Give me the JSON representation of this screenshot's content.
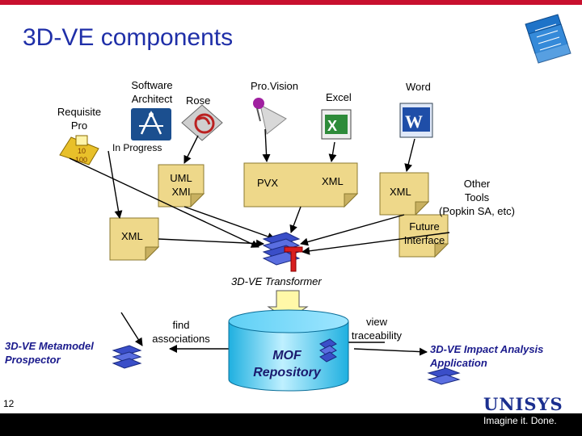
{
  "title": "3D-VE components",
  "labels": {
    "requisite_pro": "Requisite\nPro",
    "software_architect": "Software\nArchitect",
    "rose": "Rose",
    "provision": "Pro.Vision",
    "excel": "Excel",
    "word": "Word",
    "in_progress": "In Progress",
    "uml_xmi": "UML\nXMI",
    "pvx": "PVX",
    "xml_provision": "XML",
    "xml_word": "XML",
    "other_tools": "Other\nTools\n(Popkin SA, etc)",
    "xml_left": "XML",
    "future_interface": "Future\nInterface",
    "transformer": "3D-VE Transformer",
    "find_associations": "find\nassociations",
    "view_traceability": "view\ntraceability",
    "mof_repository": "MOF\nRepository",
    "metamodel_prospector": "3D-VE Metamodel\nProspector",
    "impact_analysis": "3D-VE Impact Analysis\nApplication"
  },
  "page_number": "12",
  "logo": "UNISYS",
  "slogan": "Imagine it. Done."
}
